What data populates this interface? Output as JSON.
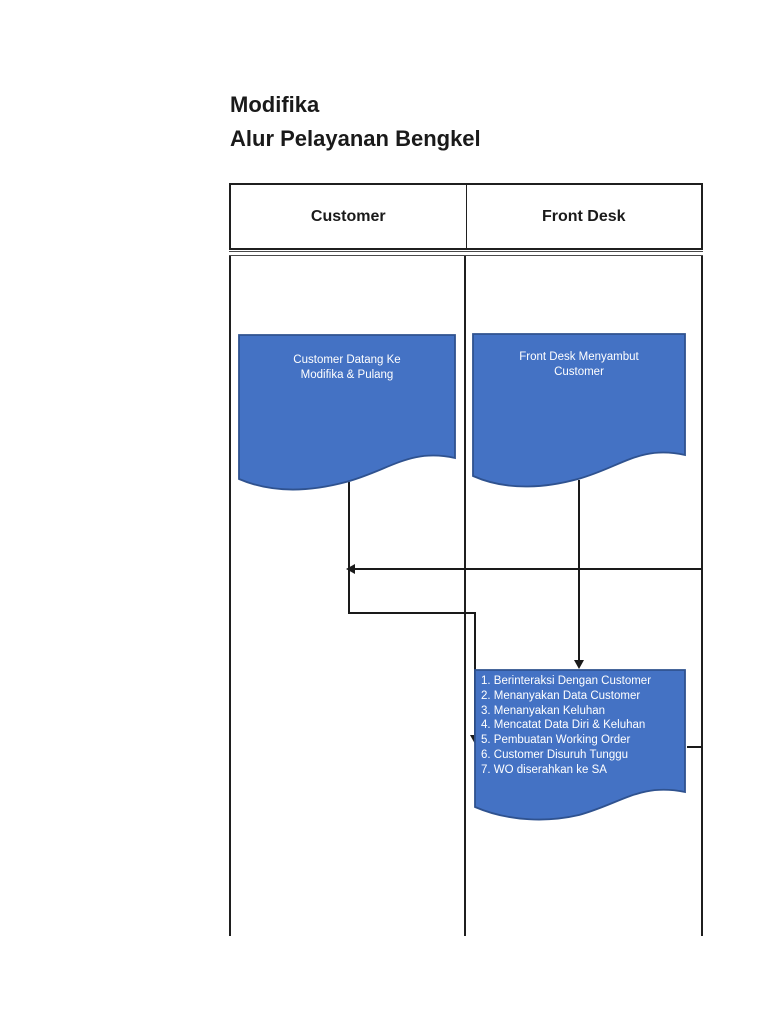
{
  "title": {
    "line1": "Modifika",
    "line2": "Alur Pelayanan Bengkel"
  },
  "swimlanes": {
    "headers": [
      {
        "label": "Customer"
      },
      {
        "label": "Front Desk"
      }
    ]
  },
  "shapes": {
    "customer_doc": {
      "type": "document",
      "lane": "Customer",
      "lines": [
        "Customer Datang Ke",
        "Modifika & Pulang"
      ]
    },
    "front_desk_doc": {
      "type": "document",
      "lane": "Front Desk",
      "lines": [
        "Front Desk Menyambut",
        "Customer"
      ]
    },
    "front_desk_steps": {
      "type": "document",
      "lane": "Front Desk",
      "items": [
        "1. Berinteraksi Dengan Customer",
        "2. Menanyakan Data Customer",
        "3. Menanyakan Keluhan",
        "4. Mencatat Data Diri & Keluhan",
        "5. Pembuatan Working Order",
        "6. Customer Disuruh Tunggu",
        "7. WO diserahkan ke SA"
      ]
    }
  },
  "colors": {
    "shape_fill": "#4472C4",
    "shape_border": "#2F528F",
    "shape_text": "#FFFFFF",
    "table_border": "#1F1F1F",
    "connector": "#1A1A1A",
    "page_background": "#FFFFFF"
  }
}
